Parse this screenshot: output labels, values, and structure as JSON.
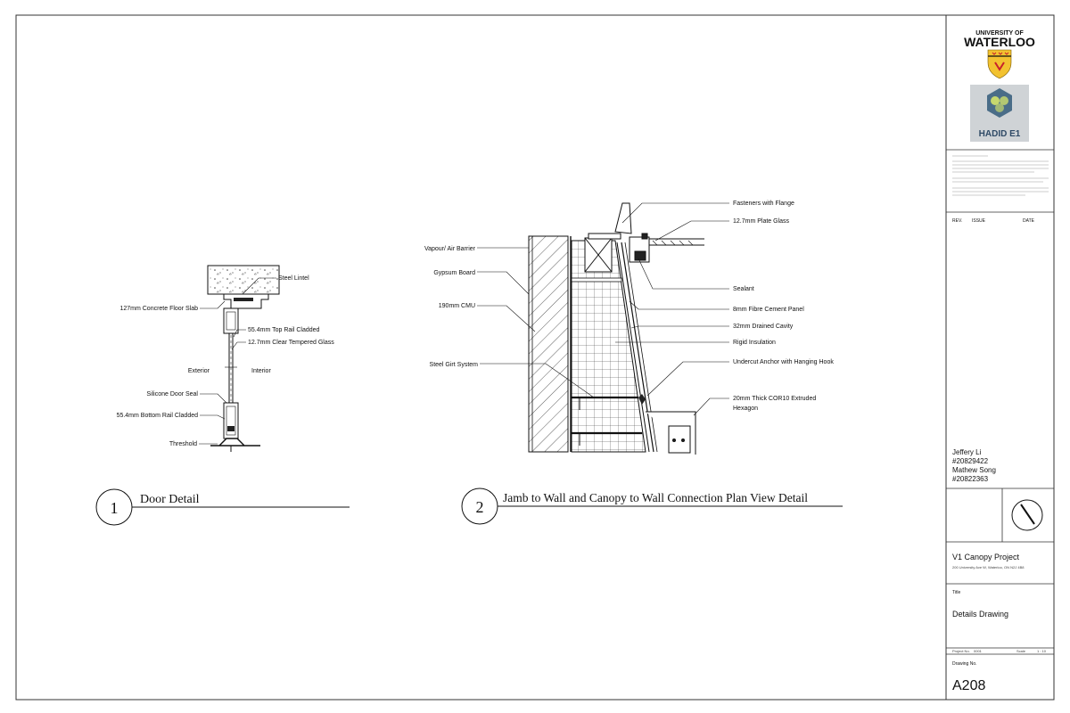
{
  "details": {
    "door": {
      "number": "1",
      "title": "Door Detail",
      "labels": {
        "steel_lintel": "Steel Lintel",
        "concrete_slab": "127mm Concrete Floor Slab",
        "top_rail": "55.4mm Top Rail Cladded",
        "clear_glass": "12.7mm Clear Tempered Glass",
        "exterior": "Exterior",
        "interior": "Interior",
        "door_seal": "Silicone Door Seal",
        "bottom_rail": "55.4mm Bottom Rail Cladded",
        "threshold": "Threshold"
      }
    },
    "jamb": {
      "number": "2",
      "title": "Jamb to Wall and Canopy to Wall Connection Plan View Detail",
      "labels": {
        "fasteners": "Fasteners with Flange",
        "plate_glass": "12.7mm Plate Glass",
        "vapour_barrier": "Vapour/ Air Barrier",
        "gypsum": "Gypsum Board",
        "cmu": "190mm CMU",
        "sealant": "Sealant",
        "fibre_cement": "8mm Fibre Cement Panel",
        "drained_cavity": "32mm Drained Cavity",
        "rigid_insulation": "Rigid Insulation",
        "steel_girt": "Steel Girt System",
        "undercut_anchor": "Undercut Anchor with Hanging Hook",
        "cor10_line1": "20mm Thick COR10 Extruded",
        "cor10_line2": "Hexagon"
      }
    }
  },
  "title_block": {
    "university_line1": "UNIVERSITY OF",
    "university_line2": "WATERLOO",
    "logo_text": "HADID E1",
    "revision_headers": {
      "rev": "REV.",
      "issue": "ISSUE",
      "date": "DATE"
    },
    "authors": [
      "Jeffery Li",
      "#20829422",
      "Mathew Song",
      "#20822363"
    ],
    "project_name": "V1 Canopy Project",
    "project_address": "200 University Ave W, Waterloo, ON N2J 4B8",
    "title_label": "Title",
    "title_value": "Details Drawing",
    "project_no_label": "Project No.",
    "project_no_value": "0001",
    "scale_label": "Scale",
    "scale_value": "1 : 10",
    "drawing_no_label": "Drawing No.",
    "drawing_no_value": "A208"
  },
  "colors": {
    "line": "#111111",
    "frame": "#333333",
    "shield_gold": "#f2c230",
    "shield_red": "#c8202b",
    "logo_bg": "#cfd3d6",
    "logo_hex": "#4a6d88",
    "logo_dot": "#c6d86e",
    "logo_text": "#2f4a66"
  }
}
